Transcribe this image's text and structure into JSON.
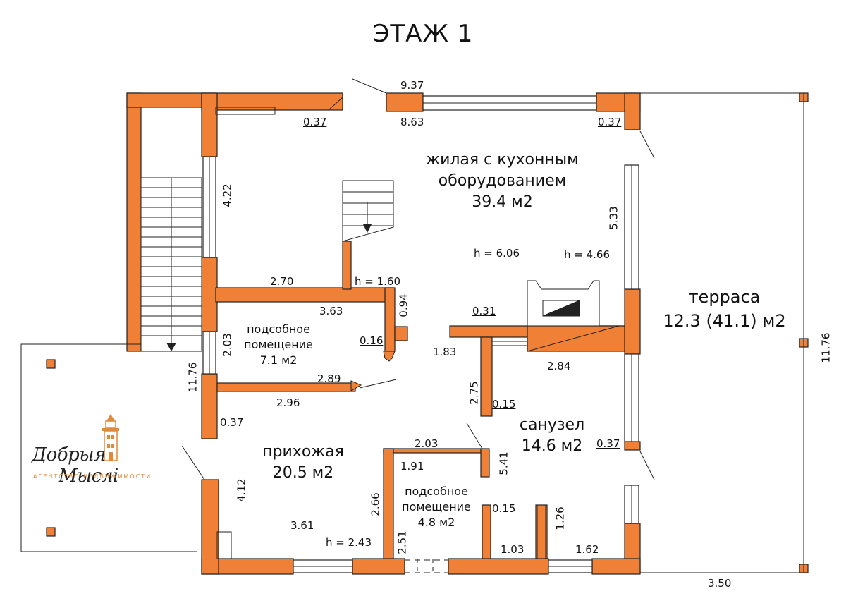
{
  "title": "ЭТАЖ 1",
  "colors": {
    "wall": "#F08036",
    "line": "#222222",
    "accent": "#E08A3C"
  },
  "rooms": {
    "living": {
      "line1": "жилая с кухонным",
      "line2": "оборудованием",
      "area": "39.4 м2"
    },
    "terrace": {
      "name": "терраса",
      "area": "12.3 (41.1) м2"
    },
    "utility1": {
      "line1": "подсобное",
      "line2": "помещение",
      "area": "7.1 м2"
    },
    "bathroom": {
      "name": "санузел",
      "area": "14.6 м2"
    },
    "hallway": {
      "name": "прихожая",
      "area": "20.5 м2"
    },
    "utility2": {
      "line1": "подсобное",
      "line2": "помещение",
      "area": "4.8 м2"
    }
  },
  "heights": {
    "living1": "h = 6.06",
    "living2": "h = 4.66",
    "stair": "h = 1.60",
    "hall": "h = 2.43"
  },
  "dimensions": {
    "d937": "9.37",
    "d863": "8.63",
    "d037a": "0.37",
    "d037b": "0.37",
    "d422": "4.22",
    "d533": "5.33",
    "d270": "2.70",
    "d363": "3.63",
    "d094": "0.94",
    "d031": "0.31",
    "d016": "0.16",
    "d183": "1.83",
    "d284": "2.84",
    "d203a": "2.03",
    "d289": "2.89",
    "d296": "2.96",
    "d275": "2.75",
    "d015a": "0.15",
    "d037c": "0.37",
    "d037d": "0.37",
    "d1176a": "11.76",
    "d1176b": "11.76",
    "d203b": "2.03",
    "d191": "1.91",
    "d541": "5.41",
    "d412": "4.12",
    "d266": "2.66",
    "d015b": "0.15",
    "d126": "1.26",
    "d361": "3.61",
    "d251": "2.51",
    "d103": "1.03",
    "d162": "1.62",
    "d350": "3.50"
  },
  "logo": {
    "name_left": "Добрыя",
    "name_right": "Мыслi",
    "subtitle": "АГЕНТСТВО НЕДВИЖИМОСТИ"
  }
}
